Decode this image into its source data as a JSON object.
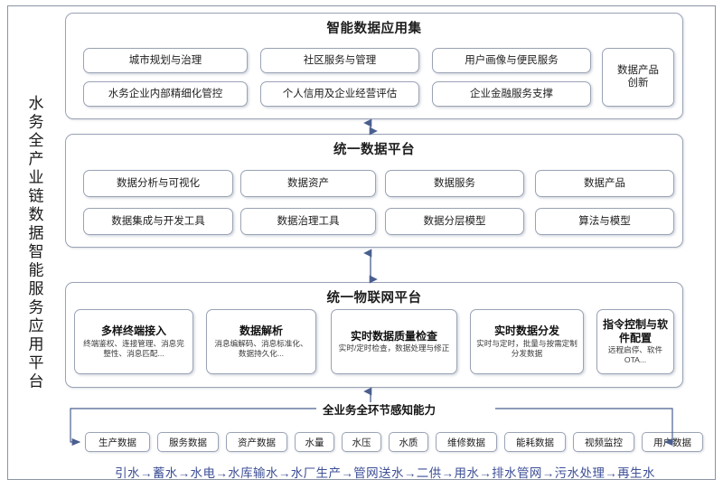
{
  "platform": {
    "vertical_title": "水务全产业链数据智能服务应用平台"
  },
  "sections": {
    "app_set": {
      "title": "智能数据应用集",
      "items": [
        "城市规划与治理",
        "社区服务与管理",
        "用户画像与便民服务",
        "水务企业内部精细化管控",
        "个人信用及企业经营评估",
        "企业金融服务支撑"
      ],
      "tall_item": "数据产品\n创新",
      "tall_item_line1": "数据产品",
      "tall_item_line2": "创新"
    },
    "data_platform": {
      "title": "统一数据平台",
      "items": [
        "数据分析与可视化",
        "数据资产",
        "数据服务",
        "数据产品",
        "数据集成与开发工具",
        "数据治理工具",
        "数据分层模型",
        "算法与模型"
      ]
    },
    "iot_platform": {
      "title": "统一物联网平台",
      "capabilities": [
        {
          "head": "多样终端接入",
          "desc": "终端鉴权、连接管理、消息完整性、消息匹配..."
        },
        {
          "head": "数据解析",
          "desc": "消息编解码、消息标准化、数据持久化..."
        },
        {
          "head": "实时数据质量检查",
          "desc": "实时/定时检查，数据处理与修正"
        },
        {
          "head": "实时数据分发",
          "desc": "实时与定时，批量与按需定制分发数据"
        },
        {
          "head": "指令控制与软件配置",
          "desc": "远程启停、软件OTA..."
        }
      ]
    },
    "perception": {
      "label": "全业务全环节感知能力",
      "tags": [
        "生产数据",
        "服务数据",
        "资产数据",
        "水量",
        "水压",
        "水质",
        "维修数据",
        "能耗数据",
        "视频监控",
        "用户数据"
      ]
    },
    "flow": {
      "chain": "引水→蓄水→水电→水库输水→水厂生产→管网送水→二供→用水→排水管网→污水处理→再生水",
      "steps": [
        "引水",
        "蓄水",
        "水电",
        "水库输水",
        "水厂生产",
        "管网送水",
        "二供",
        "用水",
        "排水管网",
        "污水处理",
        "再生水"
      ]
    }
  },
  "colors": {
    "border": "#9aa3b5",
    "frame": "#8b93a3",
    "arrow": "#4a5f8f",
    "flow_text": "#3d4f96",
    "text": "#1d1d1d"
  }
}
